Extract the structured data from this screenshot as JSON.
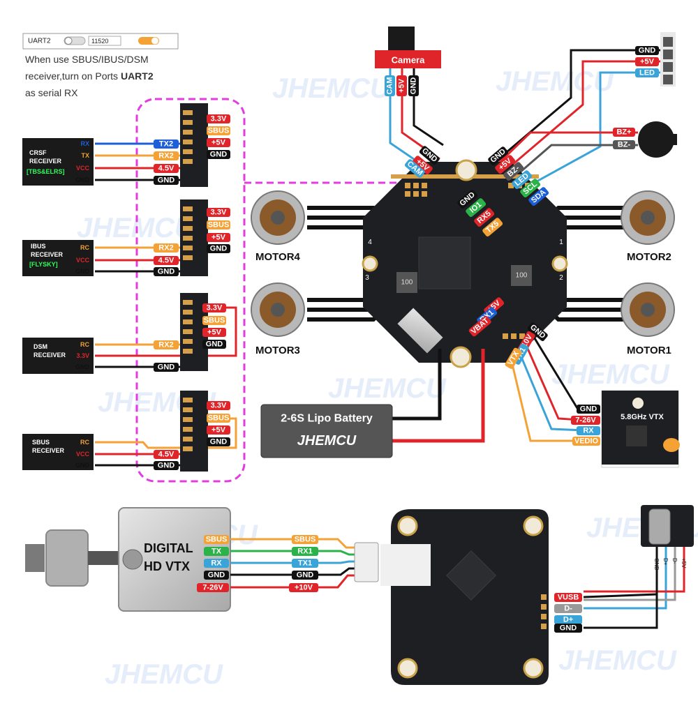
{
  "watermark": "JHEMCU",
  "uart": {
    "port": "UART2",
    "baud": "11520",
    "note_line1": "When use SBUS/IBUS/DSM",
    "note_line2_prefix": "receiver,turn on Ports ",
    "note_line2_bold": "UART2",
    "note_line3": "as serial RX"
  },
  "receivers": {
    "crsf": {
      "line1": "CRSF",
      "line2": "RECEIVER",
      "line3": "[TBS&ELRS]",
      "pins": [
        "RX",
        "TX",
        "VCC",
        "GND"
      ],
      "wires": [
        "TX2",
        "RX2",
        "4.5V",
        "GND"
      ]
    },
    "ibus": {
      "line1": "IBUS",
      "line2": "RECEIVER",
      "line3": "[FLYSKY]",
      "pins": [
        "RC",
        "VCC",
        "GND"
      ],
      "wires": [
        "RX2",
        "4.5V",
        "GND"
      ]
    },
    "dsm": {
      "line1": "DSM",
      "line2": "RECEIVER",
      "pins": [
        "RC",
        "3.3V",
        "GND"
      ],
      "wires": [
        "RX2",
        "GND"
      ]
    },
    "sbus": {
      "line1": "SBUS",
      "line2": "RECEIVER",
      "pins": [
        "RC",
        "VCC",
        "GND"
      ],
      "wires": [
        "4.5V",
        "GND"
      ]
    }
  },
  "rx_pads": [
    "3.3V",
    "SBUS",
    "+5V",
    "GND"
  ],
  "camera": {
    "label": "Camera",
    "pins": [
      "CAM",
      "+5V",
      "GND"
    ]
  },
  "led": {
    "pins": [
      "GND",
      "+5V",
      "LED"
    ]
  },
  "buzzer": {
    "pins": [
      "BZ+",
      "BZ-"
    ]
  },
  "board_labels": {
    "cam_pads": [
      "GND",
      "+5V",
      "CAM"
    ],
    "top_right": [
      "GND",
      "+5V",
      "BZ-",
      "LED",
      "SCL",
      "SDA"
    ],
    "inner": [
      "GND",
      "IO1",
      "RX5",
      "TX5"
    ],
    "bottom": [
      "+5V",
      "RX1",
      "VBAT"
    ],
    "vtx_pads": [
      "GND",
      "+10V",
      "TX1",
      "VTX"
    ]
  },
  "motors": [
    "MOTOR4",
    "MOTOR2",
    "MOTOR3",
    "MOTOR1"
  ],
  "motor_numbers": [
    "4",
    "1",
    "3",
    "2"
  ],
  "battery": {
    "label": "2-6S Lipo Battery",
    "brand": "JHEMCU"
  },
  "analog_vtx": {
    "label": "5.8GHz VTX",
    "pins": [
      "GND",
      "7-26V",
      "RX",
      "VEDIO"
    ]
  },
  "digital_vtx": {
    "line1": "DIGITAL",
    "line2": "HD  VTX",
    "pins": [
      "SBUS",
      "TX",
      "RX",
      "GND",
      "7-26V"
    ],
    "wires": [
      "SBUS",
      "RX1",
      "TX1",
      "GND",
      "+10V"
    ]
  },
  "usb": {
    "board_pins": [
      "VUSB",
      "D-",
      "D+",
      "GND"
    ],
    "conn_pins": [
      "GND",
      "D+",
      "D-",
      "+5V"
    ]
  },
  "colors": {
    "red": "#e0252a",
    "orange": "#f4a236",
    "blue": "#1d5fd8",
    "cyan": "#3aa3d8",
    "green": "#2bb34a",
    "black": "#111111",
    "magenta": "#e33be0",
    "pcb": "#1e1f22",
    "gold": "#d6a04a"
  }
}
